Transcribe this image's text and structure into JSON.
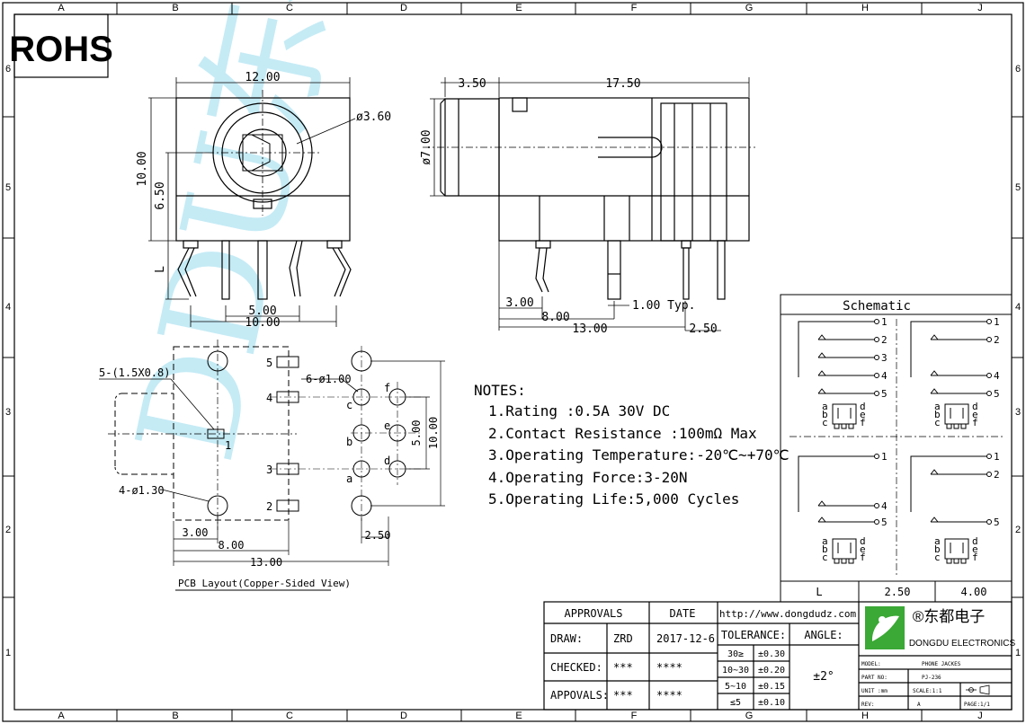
{
  "border": {
    "cols": [
      "A",
      "B",
      "C",
      "D",
      "E",
      "F",
      "G",
      "H",
      "J"
    ],
    "rows": [
      "6",
      "5",
      "4",
      "3",
      "2",
      "1"
    ]
  },
  "rohs": "ROHS",
  "watermark": "DDU东都",
  "front_view": {
    "width": "12.00",
    "height": "10.00",
    "center_h": "6.50",
    "hole": "ø3.60",
    "pin_len": "L",
    "pin_spacing_inner": "5.00",
    "pin_spacing_outer": "10.00"
  },
  "side_view": {
    "nose": "3.50",
    "body": "17.50",
    "dia": "ø7.00",
    "d1": "3.00",
    "d2": "8.00",
    "d3": "13.00",
    "pin_typ": "1.00 Typ.",
    "d4": "2.50"
  },
  "pcb": {
    "slot": "5-(1.5X0.8)",
    "small_holes": "6-ø1.00",
    "big_holes": "4-ø1.30",
    "pin1": "1",
    "pins_left": [
      "5",
      "4",
      "3",
      "2"
    ],
    "letters": [
      "c",
      "f",
      "b",
      "e",
      "a",
      "d"
    ],
    "dim_v_inner": "5.00",
    "dim_v_outer": "10.00",
    "dim_h1": "3.00",
    "dim_h2": "8.00",
    "dim_h3": "13.00",
    "dim_h4": "2.50",
    "caption": "PCB Layout(Copper-Sided View)"
  },
  "notes": {
    "title": "NOTES:",
    "items": [
      "1.Rating :0.5A 30V DC",
      "2.Contact Resistance :100mΩ Max",
      "3.Operating Temperature:-20℃~+70℃",
      "4.Operating Force:3-20N",
      "5.Operating Life:5,000 Cycles"
    ]
  },
  "schematic": {
    "title": "Schematic",
    "nums_a": [
      "1",
      "2",
      "3",
      "4",
      "5"
    ],
    "nums_b": [
      "1",
      "2",
      "4",
      "5"
    ],
    "nums_c": [
      "1",
      "4",
      "5"
    ],
    "nums_d": [
      "1",
      "2",
      "5"
    ],
    "letters": [
      "a",
      "b",
      "c",
      "d",
      "e",
      "f"
    ],
    "table": [
      "L",
      "2.50",
      "4.00"
    ]
  },
  "title_block": {
    "approvals": "APPROVALS",
    "date": "DATE",
    "url": "http://www.dongdudz.com",
    "tolerance": "TOLERANCE:",
    "angle": "ANGLE:",
    "draw": "DRAW:",
    "draw_name": "ZRD",
    "draw_date": "2017-12-6",
    "checked": "CHECKED:",
    "checked_name": "***",
    "checked_date": "****",
    "appovals": "APPOVALS:",
    "appovals_name": "***",
    "appovals_date": "****",
    "tol_rows": [
      [
        "30≥",
        "±0.30"
      ],
      [
        "10~30",
        "±0.20"
      ],
      [
        "5~10",
        "±0.15"
      ],
      [
        "≤5",
        "±0.10"
      ]
    ],
    "angle_val": "±2°",
    "brand_cn": "®东都电子",
    "brand_en": "DONGDU ELECTRONICS",
    "model_k": "MODEL:",
    "model_v": "PHONE JACKES",
    "part_k": "PART NO:",
    "part_v": "PJ-236",
    "unit_k": "UNIT :mm",
    "scale": "SCALE:1:1",
    "rev_k": "REV:",
    "rev_v": "A",
    "page": "PAGE:1/1"
  },
  "colors": {
    "line": "#000000",
    "watermark": "#bfe9f5",
    "logo_green": "#3aa935"
  }
}
